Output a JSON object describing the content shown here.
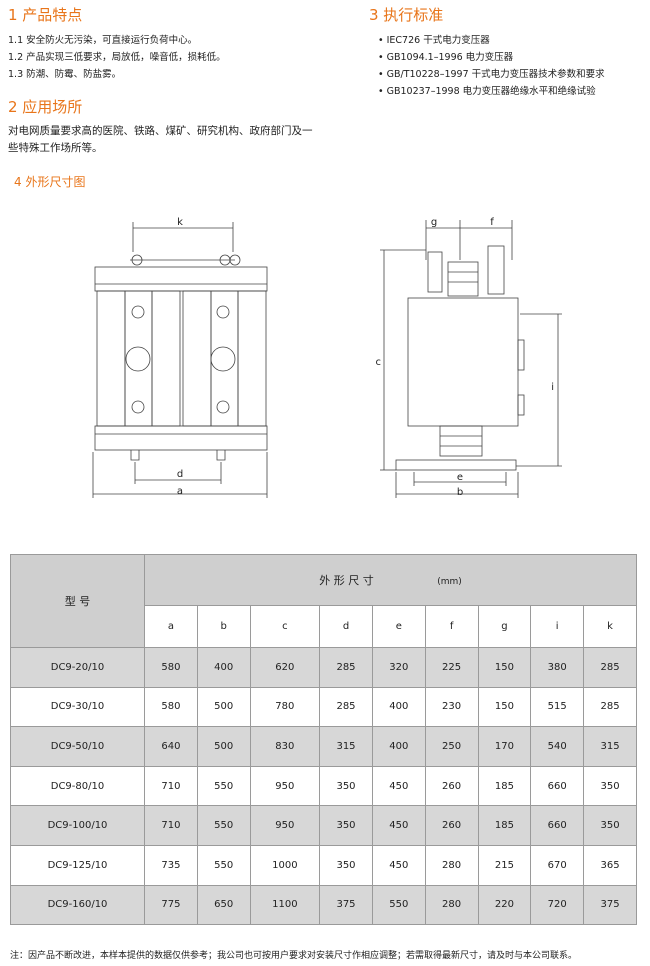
{
  "sec1": {
    "title": "1 产品特点",
    "items": [
      "1.1 安全防火无污染，可直接运行负荷中心。",
      "1.2 产品实现三低要求，局放低，噪音低，损耗低。",
      "1.3 防潮、防霉、防盐雾。"
    ]
  },
  "sec2": {
    "title": "2 应用场所",
    "text1": "对电网质量要求高的医院、铁路、煤矿、研究机构、政府部门及一",
    "text2": "些特殊工作场所等。"
  },
  "sec3": {
    "title": "3 执行标准",
    "items": [
      "IEC726 干式电力变压器",
      "GB1094.1–1996 电力变压器",
      "GB/T10228–1997 干式电力变压器技术参数和要求",
      "GB10237–1998 电力变压器绝缘水平和绝缘试验"
    ]
  },
  "sec4": {
    "title": "4 外形尺寸图"
  },
  "front_labels": {
    "k": "k",
    "d": "d",
    "a": "a"
  },
  "side_labels": {
    "g": "g",
    "f": "f",
    "c": "c",
    "i": "i",
    "e": "e",
    "b": "b"
  },
  "table": {
    "model_header": "型  号",
    "dims_header": "外 形 尺 寸",
    "unit": "(mm)",
    "columns": [
      "a",
      "b",
      "c",
      "d",
      "e",
      "f",
      "g",
      "i",
      "k"
    ],
    "rows": [
      {
        "model": "DC9-20/10",
        "values": [
          "580",
          "400",
          "620",
          "285",
          "320",
          "225",
          "150",
          "380",
          "285"
        ]
      },
      {
        "model": "DC9-30/10",
        "values": [
          "580",
          "500",
          "780",
          "285",
          "400",
          "230",
          "150",
          "515",
          "285"
        ]
      },
      {
        "model": "DC9-50/10",
        "values": [
          "640",
          "500",
          "830",
          "315",
          "400",
          "250",
          "170",
          "540",
          "315"
        ]
      },
      {
        "model": "DC9-80/10",
        "values": [
          "710",
          "550",
          "950",
          "350",
          "450",
          "260",
          "185",
          "660",
          "350"
        ]
      },
      {
        "model": "DC9-100/10",
        "values": [
          "710",
          "550",
          "950",
          "350",
          "450",
          "260",
          "185",
          "660",
          "350"
        ]
      },
      {
        "model": "DC9-125/10",
        "values": [
          "735",
          "550",
          "1000",
          "350",
          "450",
          "280",
          "215",
          "670",
          "365"
        ]
      },
      {
        "model": "DC9-160/10",
        "values": [
          "775",
          "650",
          "1100",
          "375",
          "550",
          "280",
          "220",
          "720",
          "375"
        ]
      }
    ]
  },
  "note": "注：因产品不断改进，本样本提供的数据仅供参考；我公司也可按用户要求对安装尺寸作相应调整；若需取得最新尺寸，请及时与本公司联系。"
}
